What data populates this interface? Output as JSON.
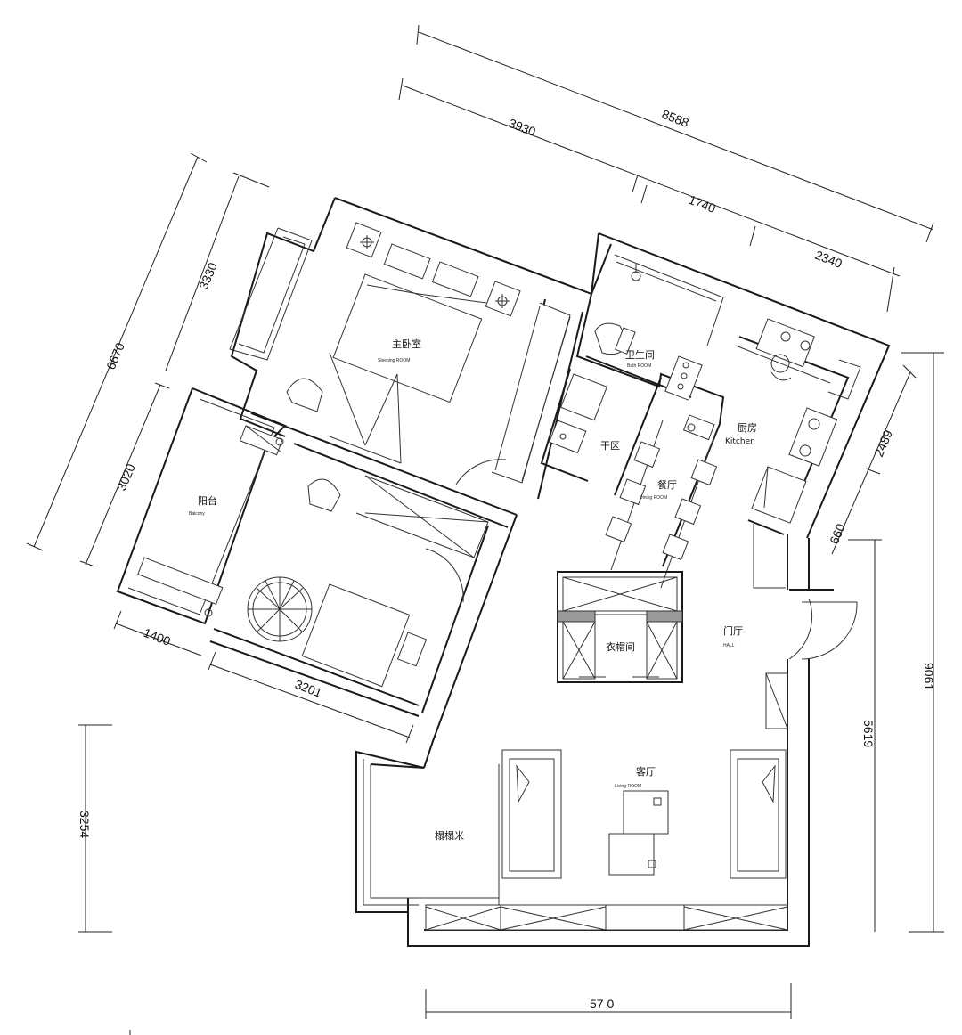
{
  "dimensions": {
    "top_total": "8588",
    "top_left": "3930",
    "top_mid": "1740",
    "top_right": "2340",
    "left_total": "6670",
    "left_upper": "3330",
    "left_lower": "3020",
    "balcony_bottom": "1400",
    "bedroom2_bottom": "3201",
    "right_upper": "2489",
    "right_small": "660",
    "right_total": "9061",
    "right_mid": "5619",
    "left_bottom": "3254",
    "bottom": "57 0"
  },
  "rooms": {
    "master_bedroom": {
      "label": "主卧室",
      "sub": "Sleeping ROOM"
    },
    "bathroom": {
      "label": "卫生间",
      "sub": "Bath ROOM"
    },
    "kitchen": {
      "label": "厨房",
      "sub": "Kitchen"
    },
    "dry_zone": {
      "label": "干区"
    },
    "dining": {
      "label": "餐厅",
      "sub": "Dining ROOM"
    },
    "balcony": {
      "label": "阳台",
      "sub": "Balcony"
    },
    "hall": {
      "label": "门厅",
      "sub": "HALL"
    },
    "wardrobe": {
      "label": "衣帽间"
    },
    "living": {
      "label": "客厅",
      "sub": "Living ROOM"
    },
    "tatami": {
      "label": "榻榻米"
    }
  }
}
